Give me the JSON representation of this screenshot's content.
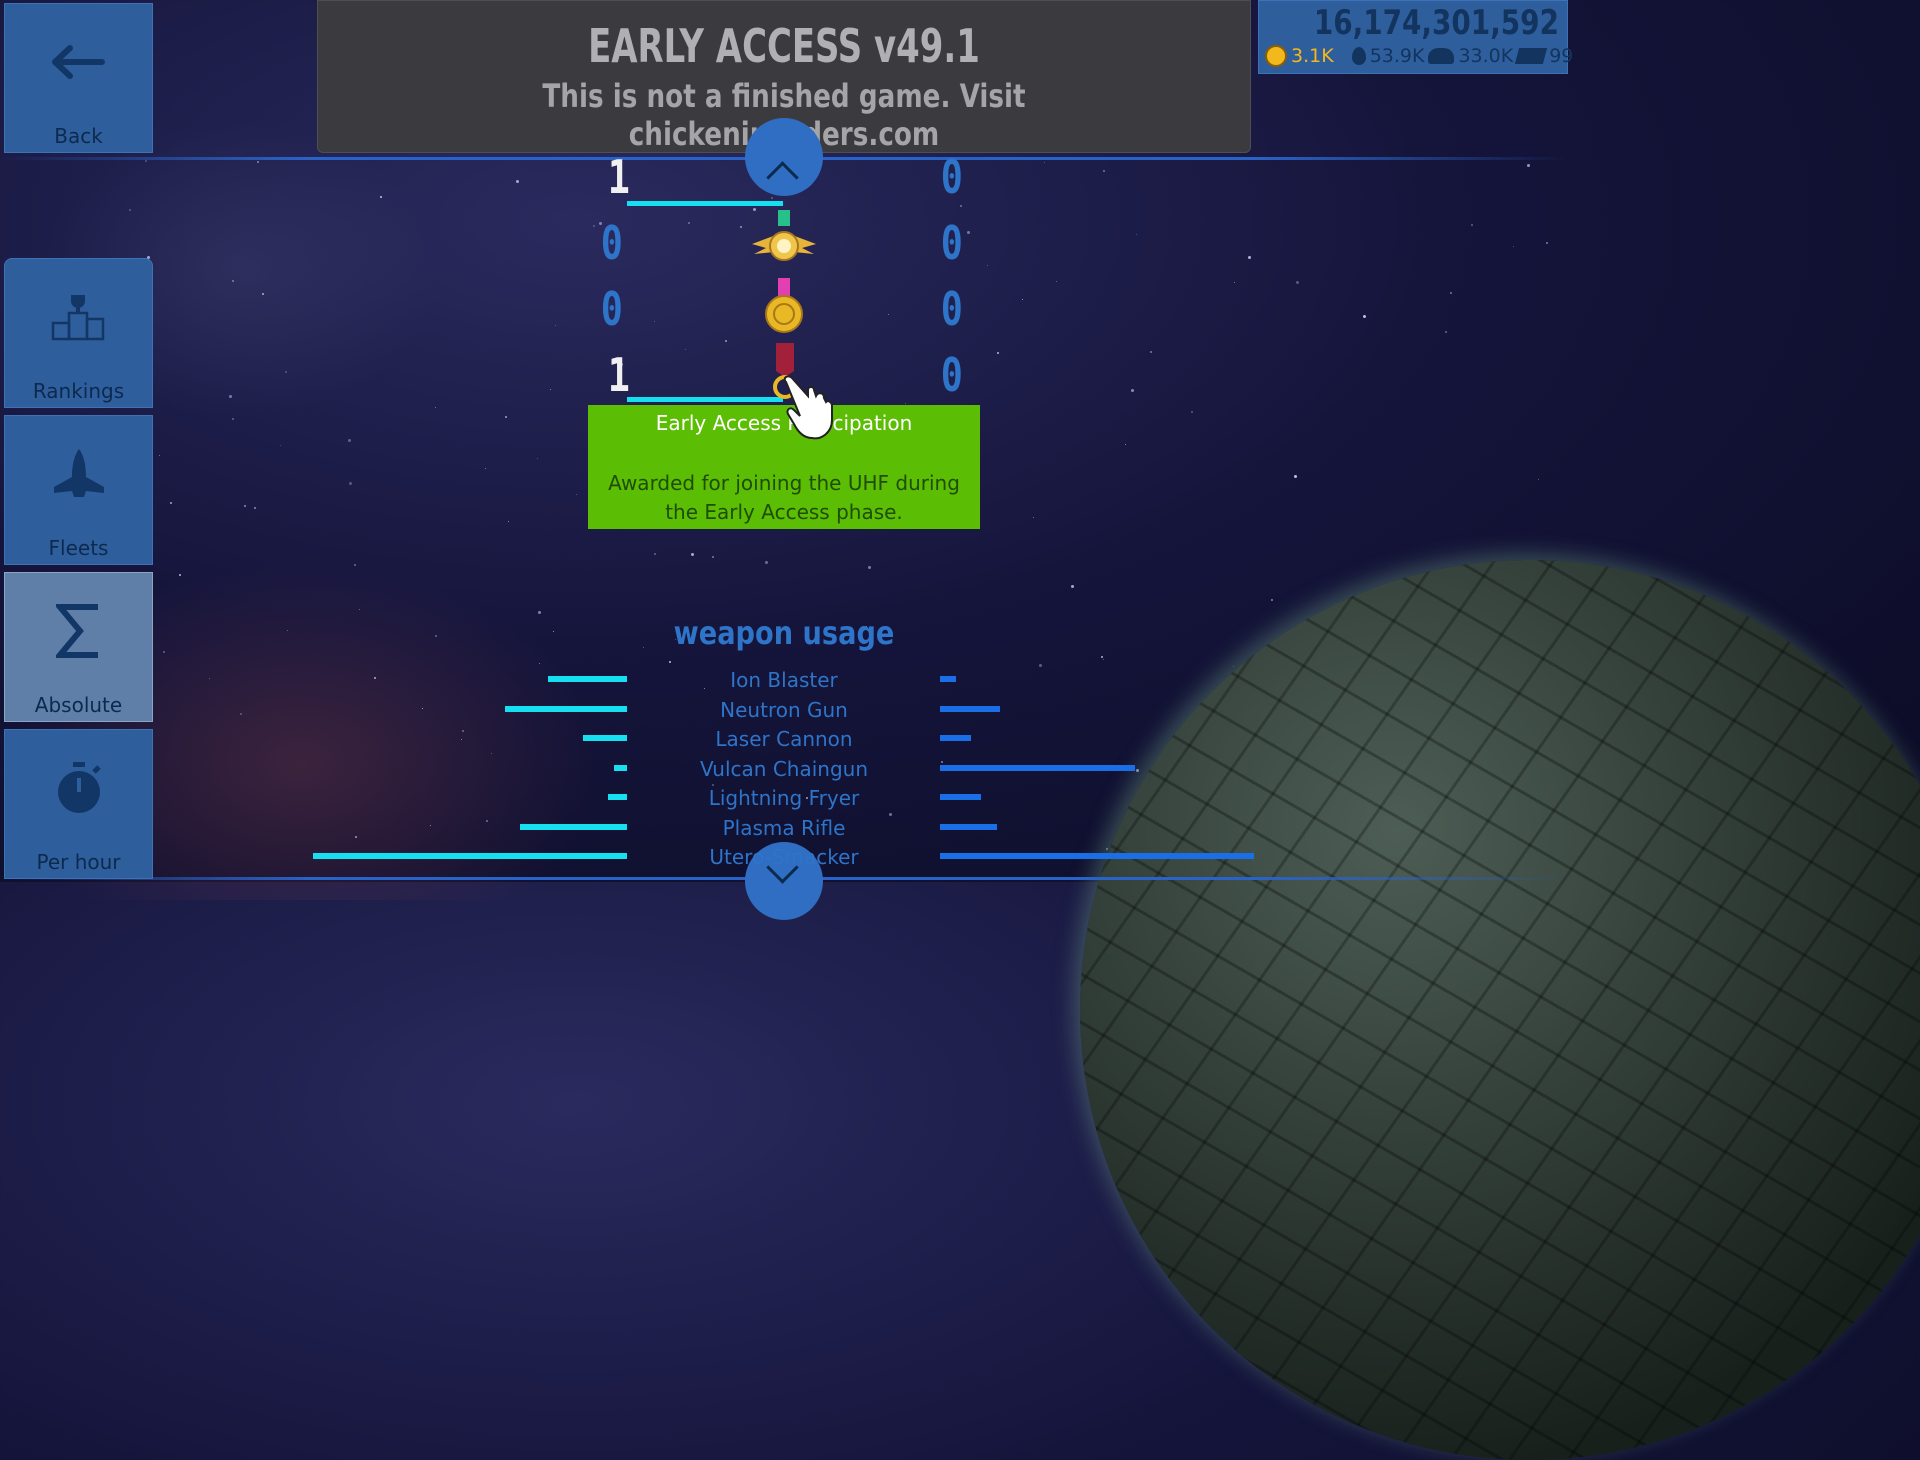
{
  "banner": {
    "title": "EARLY ACCESS v49.1",
    "subtitle": "This is not a finished game. Visit chickeninvaders.com"
  },
  "resources": {
    "total": "16,174,301,592",
    "keys": "3.1K",
    "drops": "53.9K",
    "food": "33.0K",
    "cards": "99",
    "key_color": "#f2b81c"
  },
  "sidebar": {
    "back": {
      "label": "Back",
      "icon": "arrow-left-icon"
    },
    "items": [
      {
        "label": "Rankings",
        "icon": "podium-icon"
      },
      {
        "label": "Fleets",
        "icon": "spaceship-icon"
      },
      {
        "label": "Absolute",
        "icon": "sigma-icon",
        "active": true
      },
      {
        "label": "Per hour",
        "icon": "stopwatch-icon"
      }
    ]
  },
  "medals": [
    {
      "left": "1",
      "right": "0",
      "icon": "partial-medal-icon"
    },
    {
      "left": "0",
      "right": "0",
      "icon": "winged-gold-medal-icon"
    },
    {
      "left": "0",
      "right": "0",
      "icon": "gold-medal-icon"
    },
    {
      "left": "1",
      "right": "0",
      "icon": "early-access-medal-icon"
    }
  ],
  "tooltip": {
    "title": "Early Access Participation",
    "description": "Awarded for joining the UHF during the Early Access phase.",
    "color": "#5cbd05"
  },
  "weapon_usage": {
    "title": "weapon usage",
    "weapons": [
      {
        "name": "Ion Blaster",
        "left": 0.25,
        "right": 0.05
      },
      {
        "name": "Neutron Gun",
        "left": 0.39,
        "right": 0.19
      },
      {
        "name": "Laser Cannon",
        "left": 0.14,
        "right": 0.1
      },
      {
        "name": "Vulcan Chaingun",
        "left": 0.04,
        "right": 0.62
      },
      {
        "name": "Lightning Fryer",
        "left": 0.06,
        "right": 0.13
      },
      {
        "name": "Plasma Rifle",
        "left": 0.34,
        "right": 0.18
      },
      {
        "name": "Utero-Smacker",
        "left": 1.0,
        "right": 1.0
      }
    ]
  },
  "colors": {
    "panel": "#2f5e9c",
    "accent_cyan": "#16e0ef",
    "accent_blue": "#1a6fe6",
    "text_blue": "#2e74c8"
  }
}
